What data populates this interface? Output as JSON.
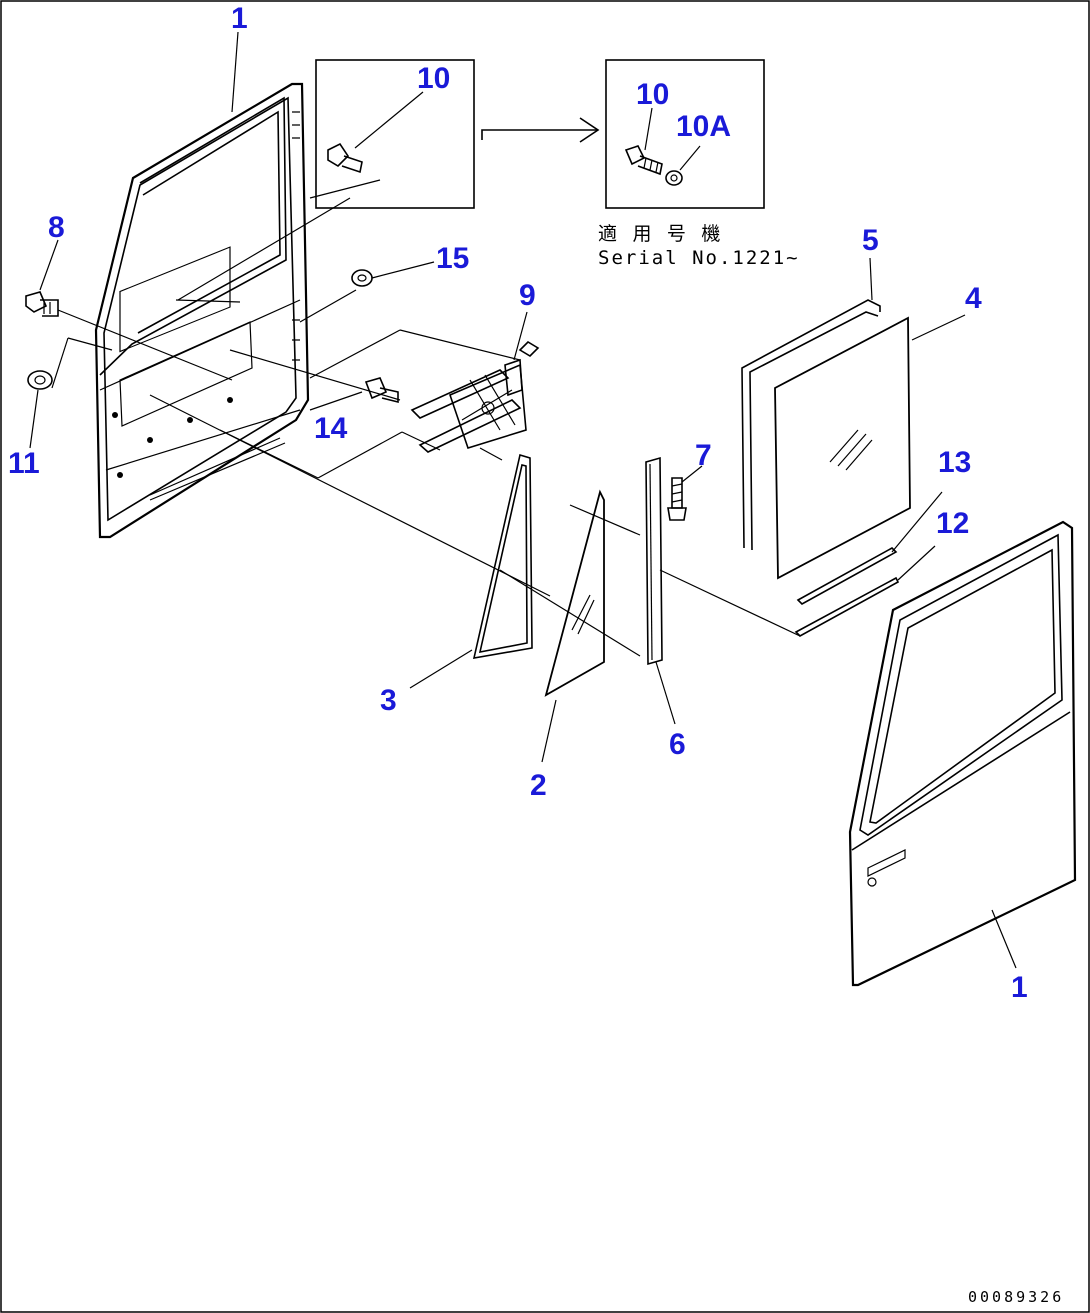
{
  "callouts": {
    "c1_top": "1",
    "c1_bottom": "1",
    "c2": "2",
    "c3": "3",
    "c4": "4",
    "c5": "5",
    "c6": "6",
    "c7": "7",
    "c8": "8",
    "c9": "9",
    "c10_left": "10",
    "c10_right": "10",
    "c10a": "10A",
    "c11": "11",
    "c12": "12",
    "c13": "13",
    "c14": "14",
    "c15": "15"
  },
  "serial_note": {
    "line1": "適 用 号 機",
    "line2": "Serial No.1221~"
  },
  "drawing_code": "00089326",
  "colors": {
    "callout": "#1a1ad8",
    "lines": "#000000",
    "background": "#ffffff"
  },
  "icons": {
    "arrow": "right-arrow"
  }
}
